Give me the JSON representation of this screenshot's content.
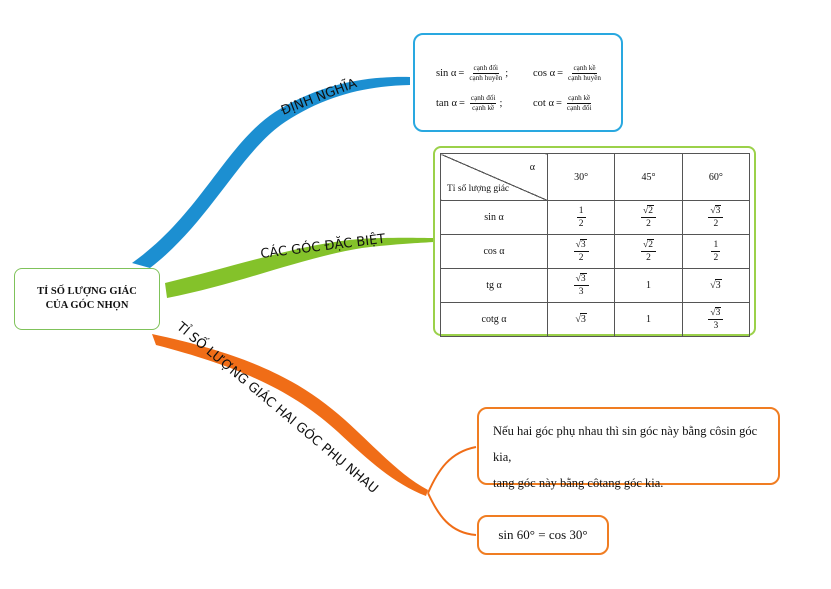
{
  "root": {
    "title": "TỈ SỐ LƯỢNG GIÁC CỦA GÓC NHỌN"
  },
  "branches": {
    "definition": "ĐỊNH NGHĨA",
    "special_angles": "CÁC GÓC ĐẶC BIỆT",
    "complementary": "TỈ SỐ LƯỢNG GIÁC HAI GÓC PHỤ NHAU"
  },
  "colors": {
    "definition": "#1c8fd1",
    "special_angles": "#84c22a",
    "complementary": "#f06d17"
  },
  "definitions": [
    {
      "lhs": "sin α",
      "num": "cạnh đối",
      "den": "cạnh huyền",
      "sep": ";"
    },
    {
      "lhs": "cos α",
      "num": "cạnh kề",
      "den": "cạnh huyền",
      "sep": ""
    },
    {
      "lhs": "tan α",
      "num": "cạnh đối",
      "den": "cạnh kề",
      "sep": ";"
    },
    {
      "lhs": "cot α",
      "num": "cạnh kề",
      "den": "cạnh đối",
      "sep": ""
    }
  ],
  "equals_sign": "=",
  "table": {
    "corner_alpha": "α",
    "corner_label": "Tỉ số lượng giác",
    "angles": [
      "30°",
      "45°",
      "60°"
    ],
    "rows": [
      {
        "fn": "sin α",
        "values": [
          "1/2",
          "√2/2",
          "√3/2"
        ]
      },
      {
        "fn": "cos α",
        "values": [
          "√3/2",
          "√2/2",
          "1/2"
        ]
      },
      {
        "fn": "tg α",
        "values": [
          "√3/3",
          "1",
          "√3"
        ]
      },
      {
        "fn": "cotg α",
        "values": [
          "√3",
          "1",
          "√3/3"
        ]
      }
    ]
  },
  "complementary": {
    "statement_line1": "Nếu hai góc phụ nhau thì sin góc này bằng côsin góc kia,",
    "statement_line2": "tang góc này bằng côtang góc kia.",
    "example": "sin 60° = cos 30°"
  }
}
